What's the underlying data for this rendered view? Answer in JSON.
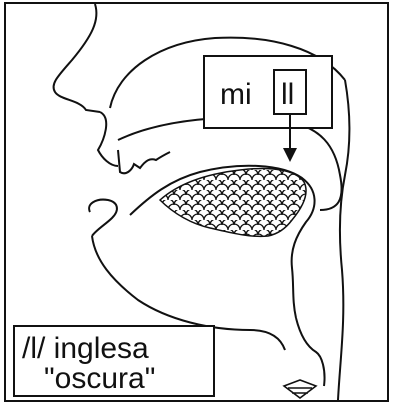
{
  "figure": {
    "word_label": "mi",
    "highlight_label": "ll",
    "caption_line1": "/l/ inglesa",
    "caption_line2": "\"oscura\""
  },
  "colors": {
    "ink": "#111111",
    "paper": "#ffffff"
  }
}
